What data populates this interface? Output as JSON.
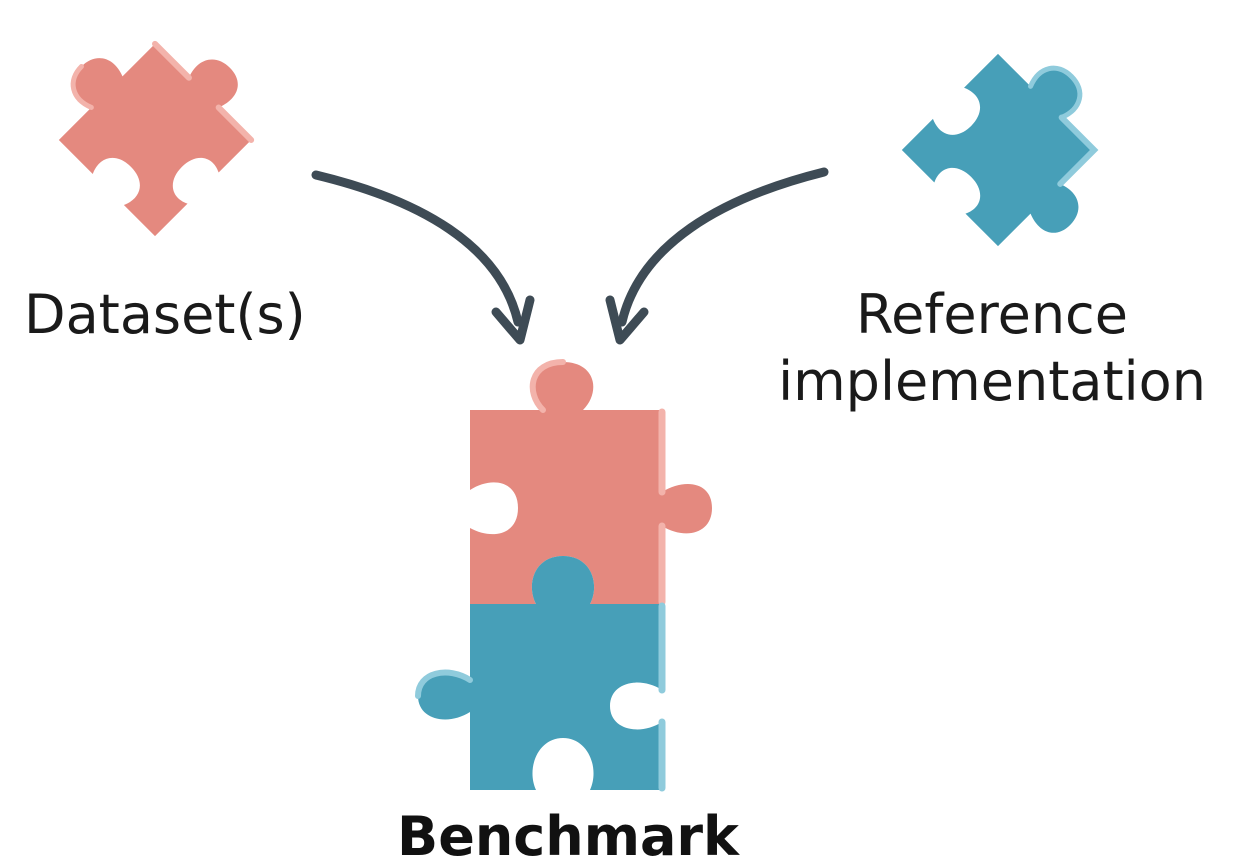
{
  "labels": {
    "dataset": "Dataset(s)",
    "reference_line1": "Reference",
    "reference_line2": "implementation",
    "benchmark": "Benchmark"
  },
  "icons": {
    "dataset_piece": "puzzle-piece-icon",
    "reference_piece": "puzzle-piece-icon",
    "benchmark_top": "puzzle-piece-icon",
    "benchmark_bottom": "puzzle-piece-icon",
    "arrows": "curved-arrow-icon"
  },
  "colors": {
    "dataset": "#e4897f",
    "dataset_highlight": "#f3b3ab",
    "reference": "#479fb8",
    "reference_highlight": "#8fcbdc",
    "arrow": "#3e4b55",
    "text": "#1a1a1a"
  }
}
